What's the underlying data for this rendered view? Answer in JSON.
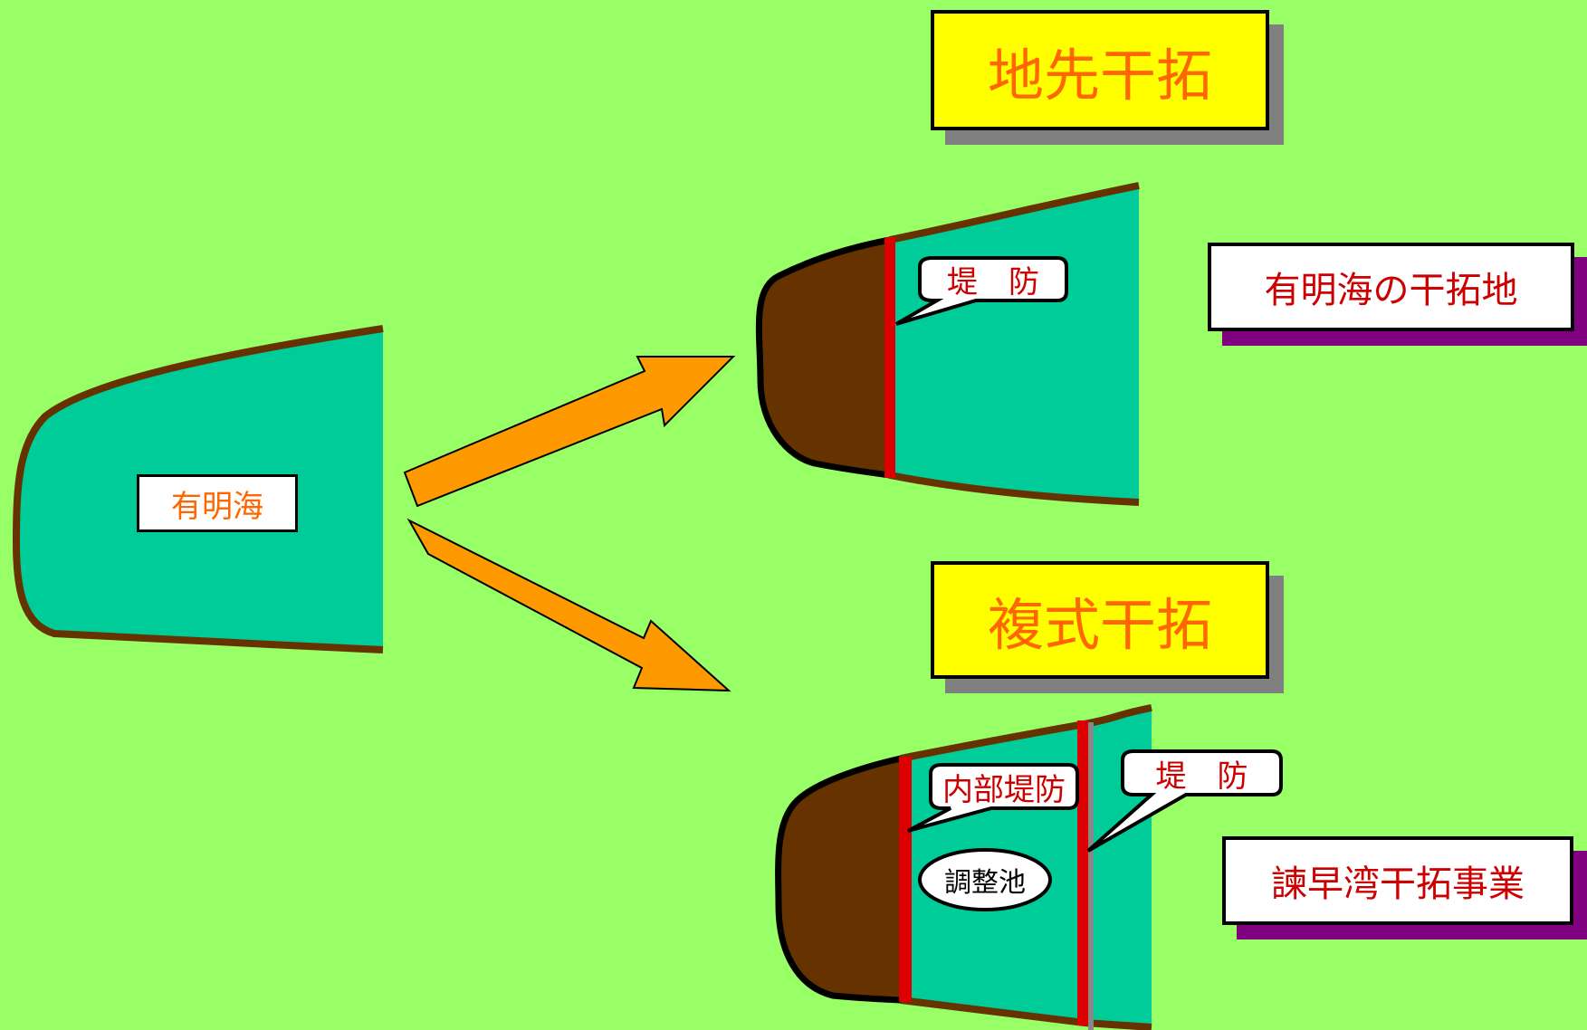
{
  "titles": {
    "jisaki": "地先干拓",
    "fukushiki": "複式干拓"
  },
  "labels": {
    "ariake_sea": "有明海",
    "ariake_reclaimed": "有明海の干拓地",
    "isahaya_project": "諫早湾干拓事業",
    "embankment_top": "堤　防",
    "embankment_bottom": "堤　防",
    "inner_embankment": "内部堤防",
    "regulating_pond": "調整池"
  },
  "colors": {
    "background": "#99ff66",
    "sea": "#00cc99",
    "land": "#663300",
    "embankment": "#dd0000",
    "arrow": "#ff9900",
    "title_bg": "#ffff00",
    "title_text": "#ff6600",
    "label_text": "#cc0000"
  }
}
